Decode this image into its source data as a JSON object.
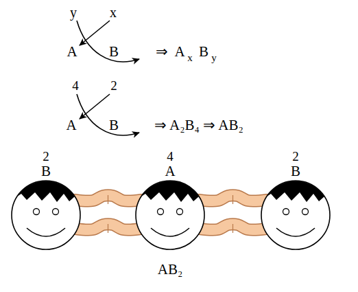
{
  "diagram": {
    "nodes": [
      {
        "text": [
          "2",
          "B"
        ]
      },
      {
        "text": [
          "4",
          "A"
        ]
      },
      {
        "text": [
          "2",
          "B"
        ]
      }
    ],
    "edges": [
      {
        "from": 0,
        "to": 1,
        "arrow": "none"
      },
      {
        "from": 0,
        "to": 1,
        "arrow": "none"
      },
      {
        "from": 1,
        "to": 2,
        "arrow": "none"
      },
      {
        "from": 1,
        "to": 2,
        "arrow": "none"
      }
    ],
    "labels": [
      "y",
      "x",
      "A",
      "B",
      "⇒",
      "A",
      "x",
      "B",
      "y",
      "4",
      "2",
      "A",
      "B",
      "⇒ A₂B₄ ⇒ AB₂",
      "AB₂"
    ]
  }
}
